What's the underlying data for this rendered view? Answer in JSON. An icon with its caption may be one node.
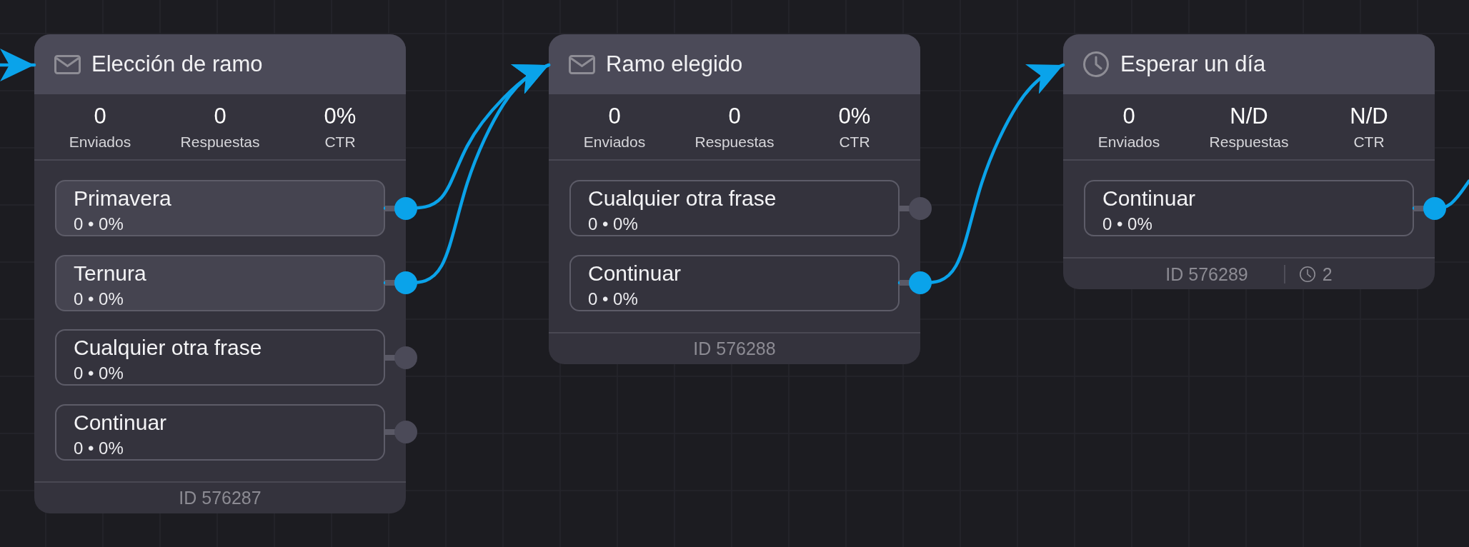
{
  "diagram": {
    "nodes": [
      {
        "text": [
          "Elección de ramo",
          "0",
          "Enviados",
          "0",
          "Respuestas",
          "0%",
          "CTR",
          "ID 576287"
        ]
      },
      {
        "text": [
          "Primavera",
          "0 • 0%"
        ],
        "in": 0
      },
      {
        "text": [
          "Ternura",
          "0 • 0%"
        ],
        "in": 0
      },
      {
        "text": [
          "Cualquier otra frase",
          "0 • 0%"
        ],
        "in": 0
      },
      {
        "text": [
          "Continuar",
          "0 • 0%"
        ],
        "in": 0
      },
      {
        "text": [
          "Ramo elegido",
          "0",
          "Enviados",
          "0",
          "Respuestas",
          "0%",
          "CTR",
          "ID 576288"
        ]
      },
      {
        "text": [
          "Cualquier otra frase",
          "0 • 0%"
        ],
        "in": 5
      },
      {
        "text": [
          "Continuar",
          "0 • 0%"
        ],
        "in": 5
      },
      {
        "text": [
          "Esperar un día",
          "0",
          "Enviados",
          "N/D",
          "Respuestas",
          "N/D",
          "CTR",
          "ID 576289",
          "2"
        ]
      },
      {
        "text": [
          "Continuar",
          "0 • 0%"
        ],
        "in": 8
      }
    ],
    "edges": [
      {
        "from": null,
        "to": 0,
        "arrow": "to"
      },
      {
        "from": 1,
        "to": 5,
        "arrow": "to"
      },
      {
        "from": 2,
        "to": 5,
        "arrow": "to"
      },
      {
        "from": 7,
        "to": 8,
        "arrow": "to"
      },
      {
        "from": 9,
        "to": null,
        "arrow": "none"
      }
    ]
  }
}
